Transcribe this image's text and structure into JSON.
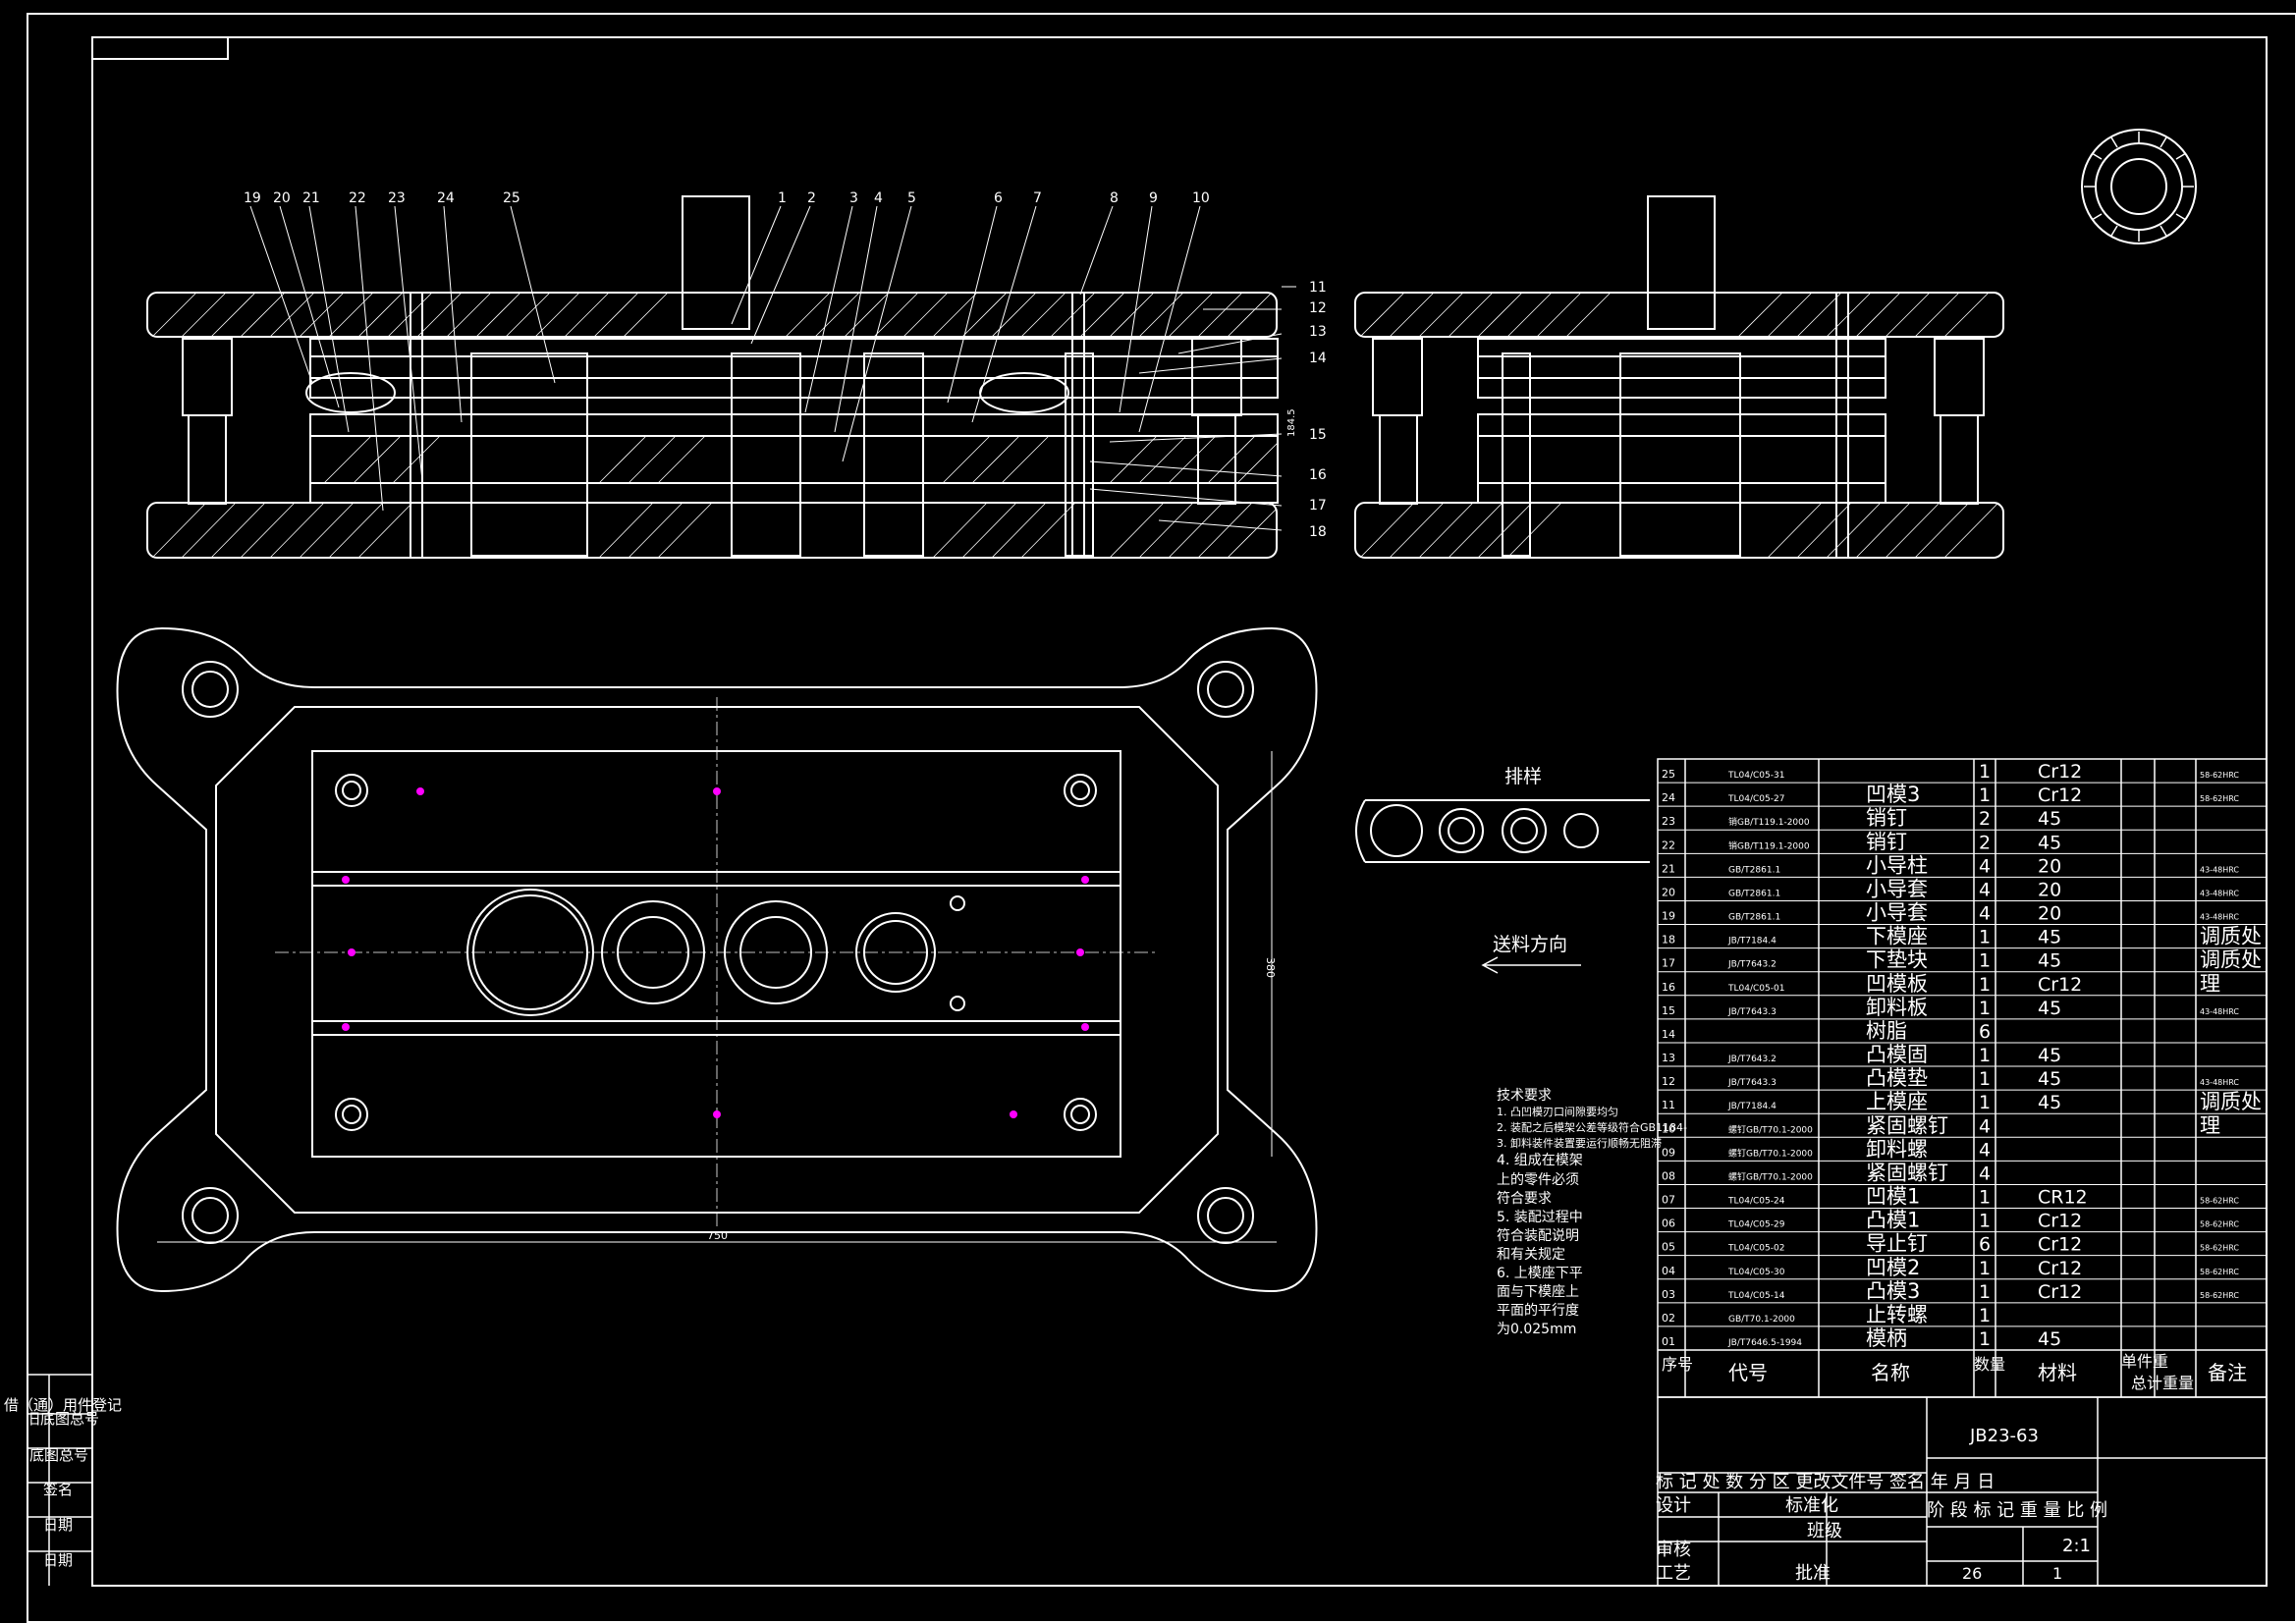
{
  "colors": {
    "background": "#000000",
    "line": "#ffffff",
    "accent": "#ff00ff",
    "cyan": "#00ffff"
  },
  "drawing_no": "JB23-63",
  "sheet_total": "26",
  "sheet_no": "1",
  "scale": "2:1",
  "layout_title": "排样",
  "feed_direction": "送料方向",
  "tech_req": {
    "title": "技术要求",
    "lines": [
      "1. 凸凹模刃口间隙要均匀",
      "2. 装配之后模架公差等级符合GB1184-",
      "3. 卸料装件装置要运行顺畅无阻滞",
      "4. 组成在模架",
      "上的零件必须",
      "符合要求",
      "5. 装配过程中",
      "符合装配说明",
      "和有关规定",
      "6. 上模座下平",
      "面与下模座上",
      "平面的平行度",
      "为0.025mm"
    ]
  },
  "dims": {
    "overall_length": "750",
    "overall_width": "380",
    "stack_height": "184.5"
  },
  "callouts_top": [
    "19",
    "20",
    "21",
    "22",
    "23",
    "24",
    "25",
    "1",
    "2",
    "3",
    "4",
    "5",
    "6",
    "7",
    "8",
    "9",
    "10"
  ],
  "callouts_right": [
    "11",
    "12",
    "13",
    "14",
    "15",
    "16",
    "17",
    "18"
  ],
  "left_column": [
    "借（通）用件登记",
    "旧底图总号",
    "底图总号",
    "签名",
    "日期",
    "日期"
  ],
  "bom": {
    "headers": {
      "no": "序号",
      "code": "代号",
      "name": "名称",
      "qty": "数量",
      "material": "材料",
      "unit_wt": "单件重",
      "total_wt": "总计重量",
      "remark": "备注"
    },
    "rows": [
      {
        "no": "25",
        "code": "TL04/C05-31",
        "name": "",
        "qty": "1",
        "material": "Cr12",
        "remark": "58-62HRC"
      },
      {
        "no": "24",
        "code": "TL04/C05-27",
        "name": "凹模3",
        "qty": "1",
        "material": "Cr12",
        "remark": "58-62HRC"
      },
      {
        "no": "23",
        "code": "销GB/T119.1-2000",
        "name": "销钉",
        "qty": "2",
        "material": "45",
        "remark": ""
      },
      {
        "no": "22",
        "code": "销GB/T119.1-2000",
        "name": "销钉",
        "qty": "2",
        "material": "45",
        "remark": ""
      },
      {
        "no": "21",
        "code": "GB/T2861.1",
        "name": "小导柱",
        "qty": "4",
        "material": "20",
        "remark": "43-48HRC"
      },
      {
        "no": "20",
        "code": "GB/T2861.1",
        "name": "小导套",
        "qty": "4",
        "material": "20",
        "remark": "43-48HRC"
      },
      {
        "no": "19",
        "code": "GB/T2861.1",
        "name": "小导套",
        "qty": "4",
        "material": "20",
        "remark": "43-48HRC"
      },
      {
        "no": "18",
        "code": "JB/T7184.4",
        "name": "下模座",
        "qty": "1",
        "material": "45",
        "remark": "调质处"
      },
      {
        "no": "17",
        "code": "JB/T7643.2",
        "name": "下垫块",
        "qty": "1",
        "material": "45",
        "remark": "调质处"
      },
      {
        "no": "16",
        "code": "TL04/C05-01",
        "name": "凹模板",
        "qty": "1",
        "material": "Cr12",
        "remark": "理"
      },
      {
        "no": "15",
        "code": "JB/T7643.3",
        "name": "卸料板",
        "qty": "1",
        "material": "45",
        "remark": "43-48HRC"
      },
      {
        "no": "14",
        "code": "",
        "name": "树脂",
        "qty": "6",
        "material": "",
        "remark": ""
      },
      {
        "no": "13",
        "code": "JB/T7643.2",
        "name": "凸模固",
        "qty": "1",
        "material": "45",
        "remark": ""
      },
      {
        "no": "12",
        "code": "JB/T7643.3",
        "name": "凸模垫",
        "qty": "1",
        "material": "45",
        "remark": "43-48HRC"
      },
      {
        "no": "11",
        "code": "JB/T7184.4",
        "name": "上模座",
        "qty": "1",
        "material": "45",
        "remark": "调质处"
      },
      {
        "no": "10",
        "code": "螺钉GB/T70.1-2000",
        "name": "紧固螺钉",
        "qty": "4",
        "material": "",
        "remark": "理"
      },
      {
        "no": "09",
        "code": "螺钉GB/T70.1-2000",
        "name": "卸料螺",
        "qty": "4",
        "material": "",
        "remark": ""
      },
      {
        "no": "08",
        "code": "螺钉GB/T70.1-2000",
        "name": "紧固螺钉",
        "qty": "4",
        "material": "",
        "remark": ""
      },
      {
        "no": "07",
        "code": "TL04/C05-24",
        "name": "凹模1",
        "qty": "1",
        "material": "CR12",
        "remark": "58-62HRC"
      },
      {
        "no": "06",
        "code": "TL04/C05-29",
        "name": "凸模1",
        "qty": "1",
        "material": "Cr12",
        "remark": "58-62HRC"
      },
      {
        "no": "05",
        "code": "TL04/C05-02",
        "name": "导止钉",
        "qty": "6",
        "material": "Cr12",
        "remark": "58-62HRC"
      },
      {
        "no": "04",
        "code": "TL04/C05-30",
        "name": "凹模2",
        "qty": "1",
        "material": "Cr12",
        "remark": "58-62HRC"
      },
      {
        "no": "03",
        "code": "TL04/C05-14",
        "name": "凸模3",
        "qty": "1",
        "material": "Cr12",
        "remark": "58-62HRC"
      },
      {
        "no": "02",
        "code": "GB/T70.1-2000",
        "name": "止转螺",
        "qty": "1",
        "material": "",
        "remark": ""
      },
      {
        "no": "01",
        "code": "JB/T7646.5-1994",
        "name": "模柄",
        "qty": "1",
        "material": "45",
        "remark": ""
      }
    ]
  },
  "title_block": {
    "rev_headers": "标 记  处 数 分  区 更改文件号 签名 年 月 日",
    "design": "设计",
    "standardize": "标准化",
    "review": "审核",
    "process": "工艺",
    "approve": "批准",
    "class": "班级",
    "stage_headers": "阶 段 标 记 重 量 比 例"
  }
}
